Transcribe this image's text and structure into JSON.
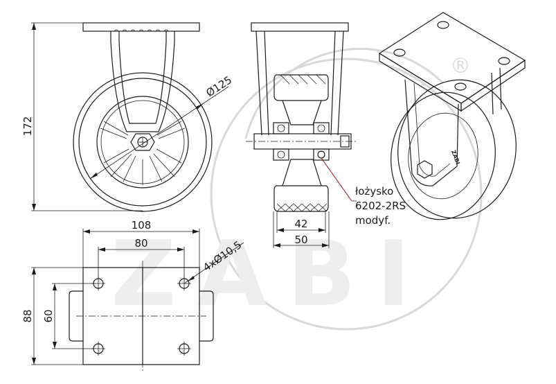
{
  "dimensions": {
    "height_172": "172",
    "diameter_125": "Ø125",
    "width_108": "108",
    "spacing_80": "80",
    "holes_4x105": "4xØ10,5",
    "depth_88": "88",
    "spacing_60": "60",
    "wheel_width_42": "42",
    "total_width_50": "50"
  },
  "bearing_note": {
    "line1": "łożysko",
    "line2": "6202-2RS",
    "line3": "modyf."
  },
  "watermark": {
    "brand": "ZABI",
    "registered": "®"
  },
  "colors": {
    "line": "#1a1a1a",
    "watermark": "#d9d9d9",
    "bearing_highlight": "#8b1a1a"
  }
}
